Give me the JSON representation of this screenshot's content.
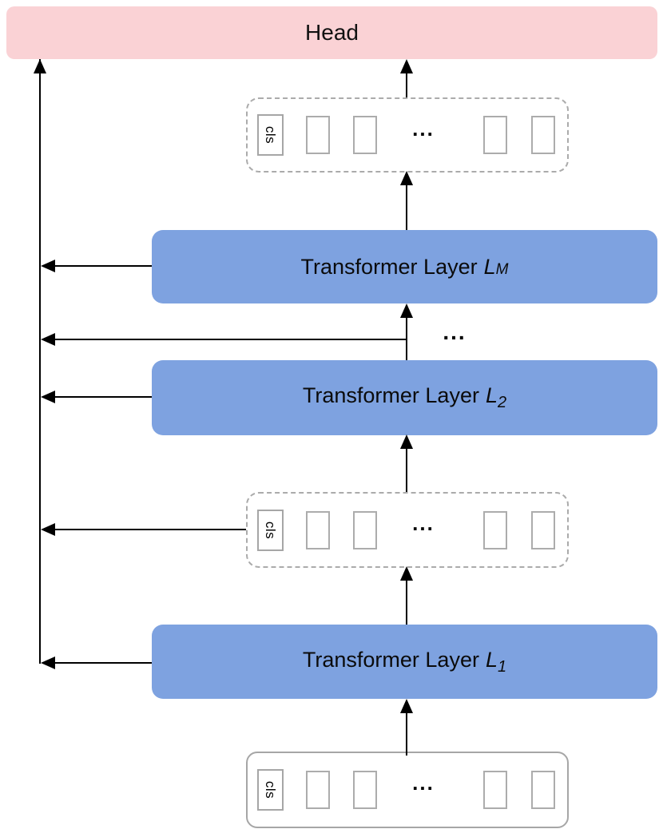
{
  "colors": {
    "head_bg": "#fad2d5",
    "layer_bg": "#7ea2e0",
    "token_border": "#a6a6a6",
    "dashed_border": "#ababab",
    "arrow": "#000000",
    "background": "#ffffff"
  },
  "head": {
    "label": "Head"
  },
  "layers": [
    {
      "prefix": "Transformer Layer",
      "symbol": "L",
      "sub": "M"
    },
    {
      "prefix": "Transformer Layer",
      "symbol": "L",
      "sub": "2"
    },
    {
      "prefix": "Transformer Layer",
      "symbol": "L",
      "sub": "1"
    }
  ],
  "token_rows": [
    {
      "cls": "cls",
      "ellipsis": "..."
    },
    {
      "cls": "cls",
      "ellipsis": "..."
    },
    {
      "cls": "cls",
      "ellipsis": "..."
    }
  ],
  "mid_ellipsis": "..."
}
